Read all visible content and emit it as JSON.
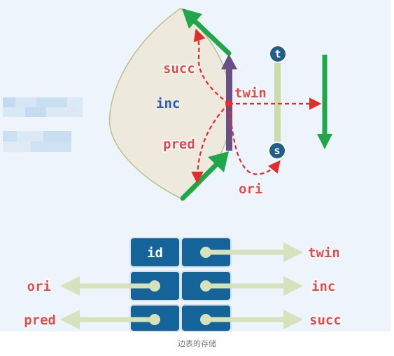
{
  "diagram": {
    "edge_labels": {
      "succ": "succ",
      "inc": "inc",
      "twin": "twin",
      "pred": "pred",
      "ori": "ori"
    },
    "vertex_labels": {
      "t": "t",
      "s": "s"
    }
  },
  "table": {
    "id_cell": "id",
    "rows": [
      {
        "left_label": "",
        "right_label": "twin"
      },
      {
        "left_label": "ori",
        "right_label": "inc"
      },
      {
        "left_label": "pred",
        "right_label": "succ"
      }
    ]
  },
  "caption": "边表的存储",
  "colors": {
    "panel_background": "#eef4fb",
    "face_fill": "#ede9dc",
    "face_stroke": "#b8c08a",
    "green_arrow": "#1fa84a",
    "purple_arrow": "#6a4f86",
    "red_dashed": "#e62b2b",
    "twin_bar": "#c9dca9",
    "vertex_dot": "#1f5f8a",
    "cell_fill": "#14649a",
    "pointer_arrow": "#d5e2bb",
    "label_red": "#e64a4a",
    "label_blue": "#2858b8"
  }
}
